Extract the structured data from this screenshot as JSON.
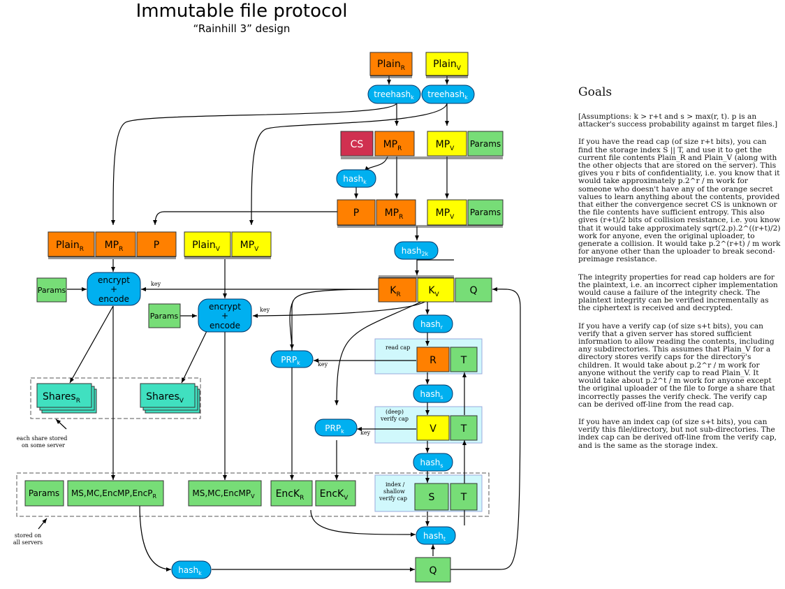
{
  "title": "Immutable file protocol",
  "subtitle": "“Rainhill 3” design",
  "colors": {
    "orange": "#ff8000",
    "yellow": "#ffff00",
    "green": "#77dd77",
    "teal": "#40e0c0",
    "blue": "#00b0f0",
    "red": "#d03050",
    "cap_bg": "#d0f8fc"
  },
  "boxes": {
    "plain_r_top": "Plain",
    "plain_r_top_sub": "R",
    "plain_v_top": "Plain",
    "plain_v_top_sub": "V",
    "cs": "CS",
    "mp_r_1": "MP",
    "mp_r_1_sub": "R",
    "mp_v_1": "MP",
    "mp_v_1_sub": "V",
    "params_1": "Params",
    "p_2": "P",
    "mp_r_2": "MP",
    "mp_r_2_sub": "R",
    "mp_v_2": "MP",
    "mp_v_2_sub": "V",
    "params_2": "Params",
    "plain_r_left": "Plain",
    "plain_r_left_sub": "R",
    "mp_r_left": "MP",
    "mp_r_left_sub": "R",
    "p_left": "P",
    "plain_v_left": "Plain",
    "plain_v_left_sub": "V",
    "mp_v_left": "MP",
    "mp_v_left_sub": "V",
    "params_enc_r": "Params",
    "params_enc_v": "Params",
    "k_r": "K",
    "k_r_sub": "R",
    "k_v": "K",
    "k_v_sub": "V",
    "q_top": "Q",
    "r": "R",
    "t_read": "T",
    "v": "V",
    "t_verify": "T",
    "s": "S",
    "t_index": "T",
    "shares_r": "Shares",
    "shares_r_sub": "R",
    "shares_v": "Shares",
    "shares_v_sub": "V",
    "params_stored": "Params",
    "ms_r": "MS,MC,EncMP,EncP",
    "ms_r_sub": "R",
    "ms_v": "MS,MC,EncMP",
    "ms_v_sub": "V",
    "enck_r": "EncK",
    "enck_r_sub": "R",
    "enck_v": "EncK",
    "enck_v_sub": "V",
    "q_bottom": "Q"
  },
  "ops": {
    "treehash_r": "treehash",
    "treehash_r_sub": "k",
    "treehash_v": "treehash",
    "treehash_v_sub": "k",
    "hash_k1": "hash",
    "hash_k1_sub": "k",
    "hash_2k": "hash",
    "hash_2k_sub": "2k",
    "encrypt_r_1": "encrypt",
    "encrypt_r_2": "+",
    "encrypt_r_3": "encode",
    "encrypt_v_1": "encrypt",
    "encrypt_v_2": "+",
    "encrypt_v_3": "encode",
    "hash_r": "hash",
    "hash_r_sub": "r",
    "prp_r": "PRP",
    "prp_r_sub": "k",
    "prp_v": "PRP",
    "prp_v_sub": "k",
    "hash_s1": "hash",
    "hash_s1_sub": "s",
    "hash_s2": "hash",
    "hash_s2_sub": "s",
    "hash_t": "hash",
    "hash_t_sub": "t",
    "hash_k2": "hash",
    "hash_k2_sub": "k"
  },
  "labels": {
    "key_1": "key",
    "key_2": "key",
    "key_3": "key",
    "key_4": "key",
    "read_cap": "read cap",
    "verify_cap_1": "(deep)",
    "verify_cap_2": "verify cap",
    "index_cap_1": "index /",
    "index_cap_2": "shallow",
    "index_cap_3": "verify cap",
    "share_stored_1": "each share stored",
    "share_stored_2": "on some server",
    "stored_all_1": "stored on",
    "stored_all_2": "all servers"
  },
  "goals": {
    "heading": "Goals",
    "p1": "[Assumptions: k > r+t and s > max(r, t). p is an attacker's success probability against m target files.]",
    "p2": "If you have the read cap (of size r+t bits), you can find the storage index S || T, and use it to get the current file contents Plain_R and Plain_V (along with the other objects that are stored on the server). This gives you r bits of confidentiality, i.e. you know that it would take approximately p.2^r / m work for someone who doesn't have any of the orange secret values to learn anything about the contents, provided that either the convergence secret CS is unknown or the file contents have sufficient entropy. This also gives (r+t)/2 bits of collision resistance, i.e. you know that it would take approximately sqrt(2.p).2^((r+t)/2) work for anyone, even the original uploader, to generate a collision. It would take p.2^(r+t) / m work for anyone other than the uploader to break second-preimage resistance.",
    "p3": "The integrity properties for read cap holders are for the plaintext, i.e. an incorrect cipher implementation would cause a failure of the integrity check. The plaintext integrity can be verified incrementally as the ciphertext is received and decrypted.",
    "p4": "If you have a verify cap (of size s+t bits), you can verify that a given server has stored sufficient information to allow reading the contents, including any subdirectories. This assumes that Plain_V for a directory stores verify caps for the directory's children. It would take about p.2^r / m work for anyone without the verify cap to read Plain_V. It would take about p.2^t / m work for anyone except the original uploader of the file to forge a share that incorrectly passes the verify check. The verify cap can be derived off-line from the read cap.",
    "p5": "If you have an index cap (of size s+t bits), you can verify this file/directory, but not sub-directories. The index cap can be derived off-line from the verify cap, and is the same as the storage index."
  }
}
